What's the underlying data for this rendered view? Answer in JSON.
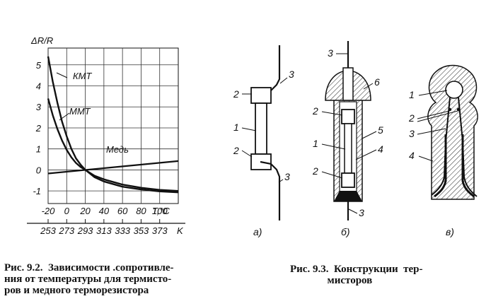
{
  "chart_data": {
    "type": "line",
    "ylabel": "ΔR/R",
    "xlabel": "T,°C",
    "x_ticks": [
      "-20",
      "0",
      "20",
      "40",
      "60",
      "80",
      "100"
    ],
    "y_ticks": [
      "5",
      "4",
      "3",
      "2",
      "1",
      "0",
      "-1"
    ],
    "kelvin_ticks": [
      "253",
      "273",
      "293",
      "313",
      "333",
      "353",
      "373"
    ],
    "kelvin_unit": "K",
    "xlim": [
      -20,
      120
    ],
    "ylim": [
      -1.6,
      5.8
    ],
    "grid": true,
    "series": [
      {
        "name": "КМТ",
        "x": [
          -20,
          -15,
          -10,
          -5,
          0,
          5,
          10,
          15,
          20,
          30,
          40,
          60,
          80,
          100,
          120
        ],
        "y": [
          5.4,
          4.2,
          3.2,
          2.3,
          1.6,
          1.0,
          0.55,
          0.25,
          0.0,
          -0.35,
          -0.55,
          -0.8,
          -0.93,
          -1.02,
          -1.07
        ]
      },
      {
        "name": "ММТ",
        "x": [
          -20,
          -15,
          -10,
          -5,
          0,
          5,
          10,
          15,
          20,
          30,
          40,
          60,
          80,
          100,
          120
        ],
        "y": [
          3.4,
          2.6,
          1.95,
          1.4,
          0.95,
          0.6,
          0.33,
          0.14,
          0.0,
          -0.28,
          -0.45,
          -0.7,
          -0.85,
          -0.95,
          -1.0
        ]
      },
      {
        "name": "Медь",
        "x": [
          -20,
          120
        ],
        "y": [
          -0.17,
          0.42
        ]
      }
    ]
  },
  "diagram": {
    "panel_a": {
      "label": "а)",
      "callouts": [
        "2",
        "1",
        "2",
        "3",
        "3"
      ]
    },
    "panel_b": {
      "label": "б)",
      "callouts": [
        "3",
        "6",
        "2",
        "5",
        "1",
        "4",
        "2",
        "3"
      ]
    },
    "panel_c": {
      "label": "в)",
      "callouts": [
        "1",
        "2",
        "3",
        "4"
      ]
    }
  },
  "captions": {
    "fig_9_2": "Рис. 9.2.  Зависимости .сопротивле-\nния от температуры для термисто-\nров и медного терморезистора",
    "fig_9_3": "Рис. 9.3.  Конструкции  тер-\n              мисторов"
  }
}
